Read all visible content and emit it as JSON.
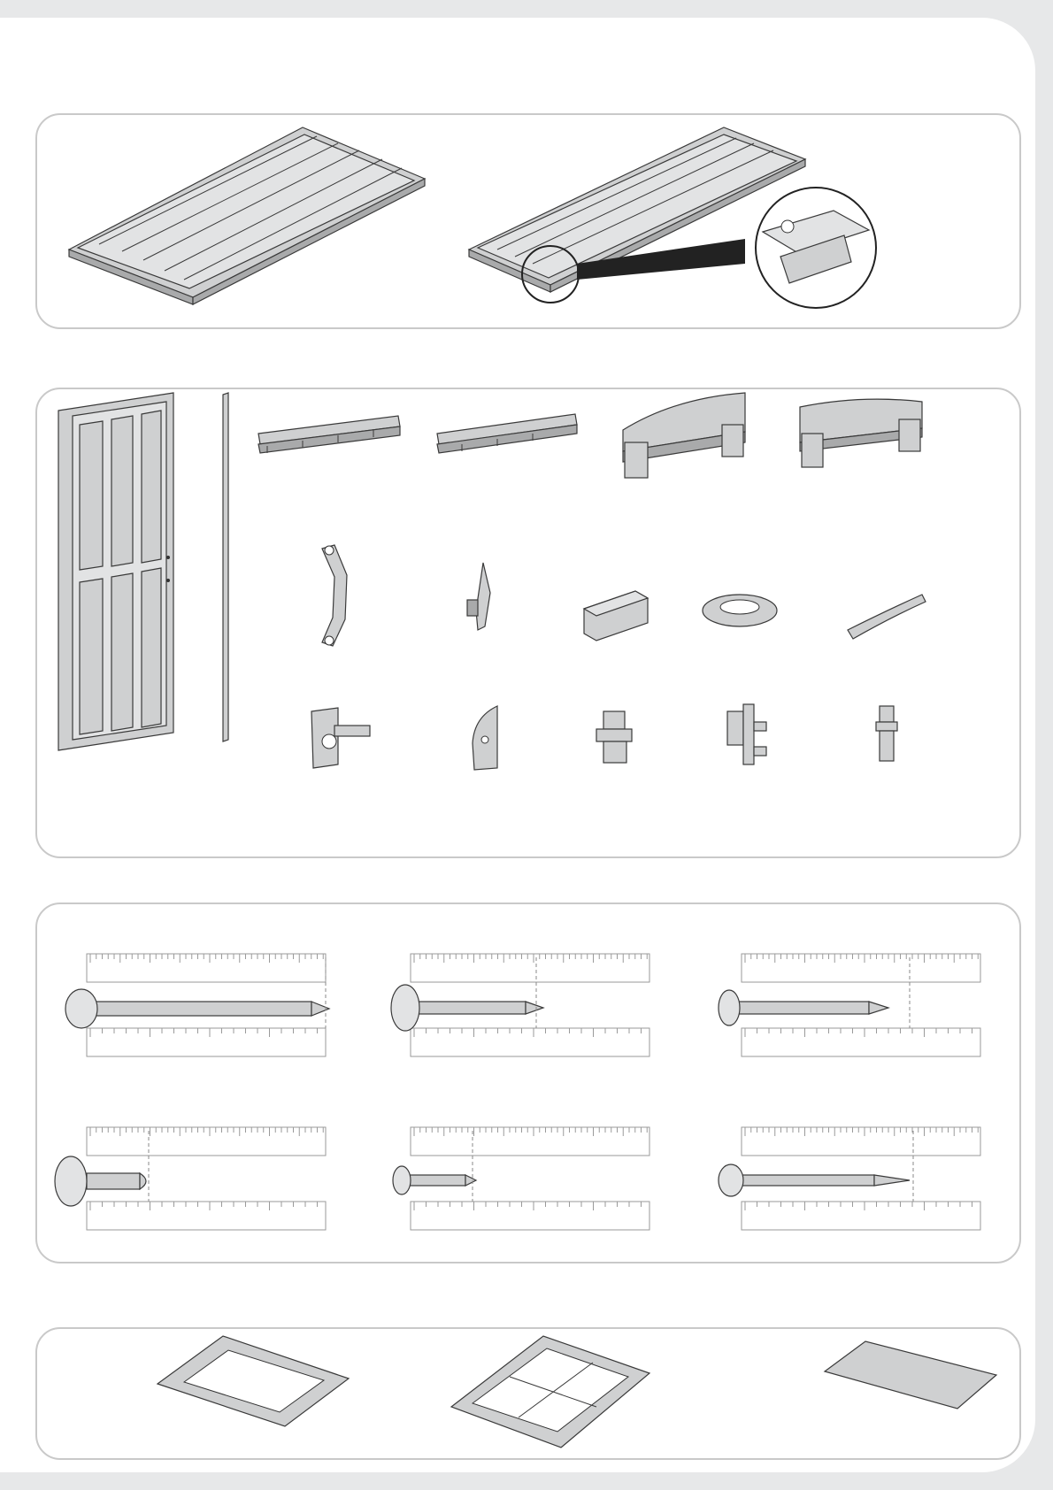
{
  "sections": [
    {
      "id": "floor-panels",
      "icons": [
        "floor-panel-icon",
        "floor-panel-detail-icon"
      ]
    },
    {
      "id": "door-parts",
      "icons": [
        "door-icon",
        "strip-icon",
        "rail-icon",
        "arch-bracket-icon",
        "handle-icon",
        "latch-icon",
        "wedge-icon",
        "washer-icon",
        "clip-icon",
        "hinge-icon",
        "plate-icon",
        "cap-icon",
        "holder-icon",
        "pin-icon"
      ]
    },
    {
      "id": "screws",
      "icons": [
        "screw-long-icon",
        "screw-medium-icon",
        "screw-countersunk-icon",
        "screw-short-icon",
        "screw-tiny-icon",
        "screw-pointed-icon"
      ]
    },
    {
      "id": "window",
      "icons": [
        "window-frame-icon",
        "window-grid-icon",
        "window-pane-icon"
      ]
    }
  ]
}
